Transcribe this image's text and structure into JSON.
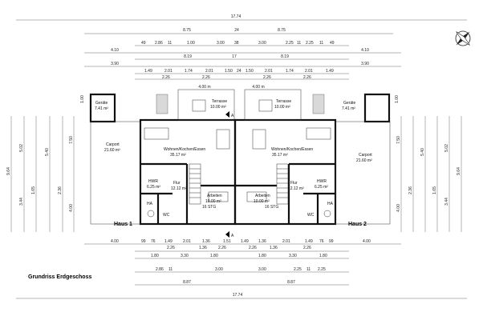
{
  "caption": "Grundriss Erdgeschoss",
  "houses": {
    "left": "Haus 1",
    "right": "Haus 2"
  },
  "compass_icon": "compass-rose-icon",
  "overall_width": "17.74",
  "top_dims": {
    "row1": [
      "8.75",
      "24",
      "8.75"
    ],
    "row2": [
      "49",
      "2.86",
      "11",
      "1.00",
      "3.00",
      "38",
      "3.00",
      "2.25",
      "11",
      "2.25",
      "11",
      "49"
    ],
    "row3": [
      "4.10",
      "4.10"
    ],
    "row4": [
      "8.19",
      "17",
      "8.19"
    ],
    "row5": [
      "3.90",
      "3.90"
    ],
    "row6": [
      "1.49",
      "2.01",
      "1.74",
      "2.01",
      "1.50",
      "24",
      "1.50",
      "2.01",
      "1.74",
      "2.01",
      "1.49"
    ],
    "row7": [
      "2.26",
      "2.26",
      "2.26",
      "2.26"
    ]
  },
  "bottom_dims": {
    "row1": [
      "4.00",
      "99",
      "76",
      "1.49",
      "2.01",
      "1.36",
      "1.51",
      "1.49",
      "1.36",
      "2.01",
      "1.49",
      "76",
      "99",
      "4.00"
    ],
    "row2": [
      "2.26",
      "1.36",
      "2.26",
      "2.26",
      "1.36",
      "2.26"
    ],
    "row3": [
      "1.80",
      "3.30",
      "1.80",
      "1.80",
      "3.30",
      "1.80"
    ],
    "row4": [
      "2.86",
      "11",
      "3.00",
      "3.00",
      "2.25",
      "11",
      "2.25"
    ],
    "row5": [
      "8.87",
      "8.87"
    ],
    "row6": [
      "17.74"
    ]
  },
  "side_dims": {
    "left": [
      "9.64",
      "5.02",
      "5.40",
      "7.50",
      "3.44",
      "4.00",
      "1.65",
      "1.00",
      "2.36"
    ],
    "right": [
      "9.64",
      "5.02",
      "5.40",
      "7.50",
      "3.44",
      "4.00",
      "1.65",
      "1.00",
      "2.36"
    ]
  },
  "rooms": {
    "h1_geraete": {
      "name": "Geräte",
      "area": "7.41 m²"
    },
    "h1_carport": {
      "name": "Carport",
      "area": "21.60 m²"
    },
    "h1_wohnen": {
      "name": "Wohnen/Kochen/Essen",
      "area": "35.17 m²"
    },
    "h1_terrasse": {
      "name": "Terrasse",
      "area": "10.00 m²"
    },
    "h1_hwr": {
      "name": "HWR",
      "area": "6.25 m²"
    },
    "h1_flur": {
      "name": "Flur",
      "area": "12.12 m²"
    },
    "h1_arbeiten": {
      "name": "Arbeiten",
      "area": "10.00 m²"
    },
    "h1_wc": {
      "name": "WC",
      "area": ""
    },
    "h1_ha": {
      "name": "HA",
      "area": ""
    },
    "h2_geraete": {
      "name": "Geräte",
      "area": "7.41 m²"
    },
    "h2_carport": {
      "name": "Carport",
      "area": "21.60 m²"
    },
    "h2_wohnen": {
      "name": "Wohnen/Kochen/Essen",
      "area": "35.17 m²"
    },
    "h2_terrasse": {
      "name": "Terrasse",
      "area": "10.00 m²"
    },
    "h2_hwr": {
      "name": "HWR",
      "area": "6.25 m²"
    },
    "h2_flur": {
      "name": "Flur",
      "area": "12.12 m²"
    },
    "h2_arbeiten": {
      "name": "Arbeiten",
      "area": "10.00 m²"
    },
    "h2_wc": {
      "name": "WC",
      "area": ""
    },
    "h2_ha": {
      "name": "HA",
      "area": ""
    }
  },
  "stairs": {
    "left": "16 STG",
    "right": "16 STG"
  },
  "section_marks": [
    "A",
    "A"
  ],
  "terrace_widths": [
    "4.00 m",
    "4.00 m"
  ]
}
